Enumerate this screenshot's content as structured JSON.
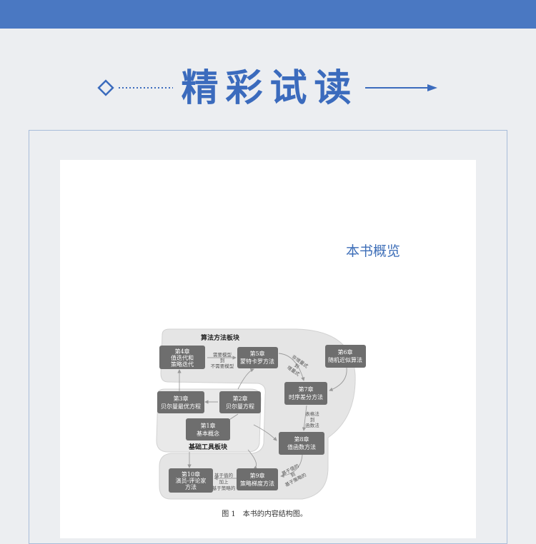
{
  "page": {
    "heading": "精彩试读",
    "overview_title": "本书概览"
  },
  "diagram": {
    "regions": {
      "algorithm": "算法方法板块",
      "foundation": "基础工具板块"
    },
    "chapters": {
      "ch1": [
        "第1章",
        "基本概念"
      ],
      "ch2": [
        "第2章",
        "贝尔曼方程"
      ],
      "ch3": [
        "第3章",
        "贝尔曼最优方程"
      ],
      "ch4": [
        "第4章",
        "值迭代和",
        "策略迭代"
      ],
      "ch5": [
        "第5章",
        "蒙特卡罗方法"
      ],
      "ch6": [
        "第6章",
        "随机近似算法"
      ],
      "ch7": [
        "第7章",
        "时序差分方法"
      ],
      "ch8": [
        "第8章",
        "值函数方法"
      ],
      "ch9": [
        "第9章",
        "策略梯度方法"
      ],
      "ch10": [
        "第10章",
        "演员-评论家",
        "方法"
      ]
    },
    "edge_labels": {
      "model": [
        "需要模型",
        "到",
        "不需要模型"
      ],
      "incremental": [
        "非增量式",
        "到",
        "增量式"
      ],
      "table": [
        "表格法",
        "到",
        "函数法"
      ],
      "value_policy": [
        "基于值的",
        "到",
        "基于策略的"
      ],
      "value_add": [
        "基于值的",
        "加上",
        "基于策略的"
      ]
    },
    "caption": "图 1　本书的内容结构图。"
  },
  "colors": {
    "accent": "#3b6bbd",
    "top_bar": "#4a78c2",
    "box": "#6e6e6e",
    "region": "#e4e4e4"
  }
}
